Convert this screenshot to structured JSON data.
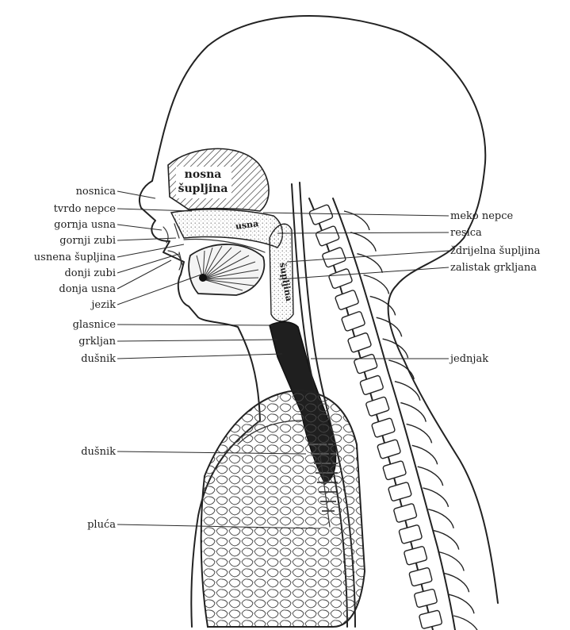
{
  "labels_left": [
    "nosnica",
    "tvrdo nepce",
    "gornja usna",
    "gornji zubi",
    "usnena šupljina",
    "donji zubi",
    "donja usna",
    "jezik",
    "glasnice",
    "grkljan",
    "dušnik",
    "dušnik",
    "pluća"
  ],
  "labels_right": [
    "meko nepce",
    "resica",
    "ždrijelna šupljina",
    "zalistak grkljana",
    "jednjak"
  ],
  "inner_labels": {
    "nasal_1": "nosna",
    "nasal_2": "šupljina",
    "oral": "usna",
    "pharynx": "šupljina"
  }
}
